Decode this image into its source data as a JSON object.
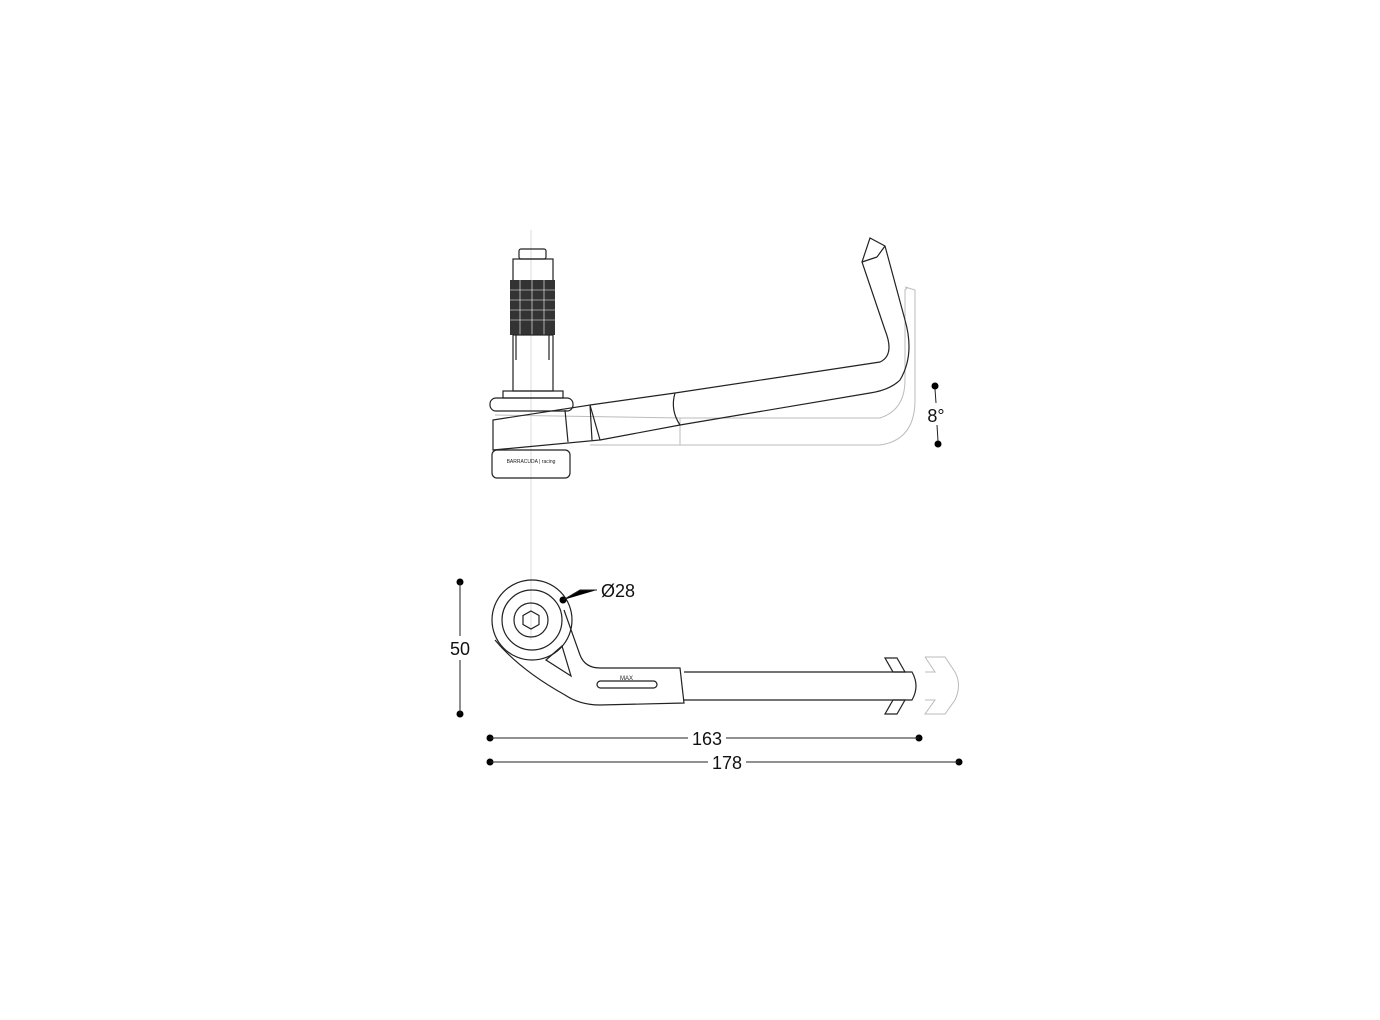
{
  "dimensions": {
    "height": "50",
    "length_inner": "163",
    "length_total": "178",
    "diameter": "Ø28",
    "angle": "8°"
  },
  "labels": {
    "brand": "BARRACUDA | racing",
    "slot_mark": "MAX"
  },
  "colors": {
    "line": "#222222",
    "ghost_line": "#bbbbbb",
    "knurl": "#333333"
  }
}
